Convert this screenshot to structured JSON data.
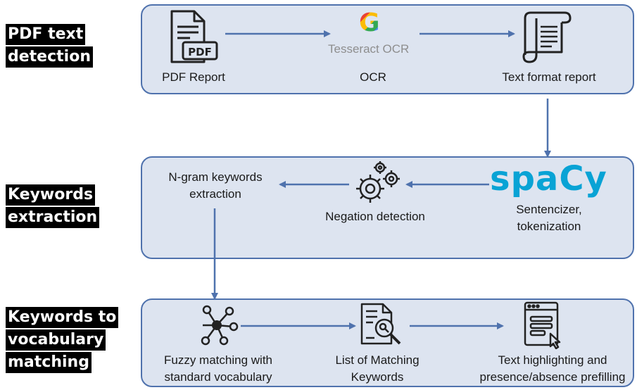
{
  "stages": [
    {
      "lines": [
        "PDF text",
        "detection"
      ]
    },
    {
      "lines": [
        "Keywords",
        "extraction"
      ]
    },
    {
      "lines": [
        "Keywords to",
        "vocabulary",
        "matching"
      ]
    }
  ],
  "row1": {
    "pdf_report": "PDF Report",
    "pdf_badge": "PDF",
    "ocr": "OCR",
    "tesseract": "Tesseract OCR",
    "google_g": "G",
    "text_format_report": "Text format report"
  },
  "row2": {
    "ngram": [
      "N-gram keywords",
      "extraction"
    ],
    "negation": "Negation detection",
    "spacy": "spaCy",
    "sentencizer": [
      "Sentencizer,",
      "tokenization"
    ]
  },
  "row3": {
    "fuzzy": [
      "Fuzzy matching with",
      "standard vocabulary"
    ],
    "list": [
      "List of Matching",
      "Keywords"
    ],
    "highlight": [
      "Text highlighting and",
      "presence/absence prefilling"
    ]
  },
  "colors": {
    "panel_fill": "#dde4f0",
    "panel_border": "#4f72ad",
    "arrow": "#4f72ad",
    "spacy_blue": "#09a3d5",
    "label_bg": "#000000"
  },
  "icons": [
    "document-icon",
    "google-icon",
    "scroll-icon",
    "gears-icon",
    "network-icon",
    "search-document-icon",
    "browser-icon"
  ]
}
